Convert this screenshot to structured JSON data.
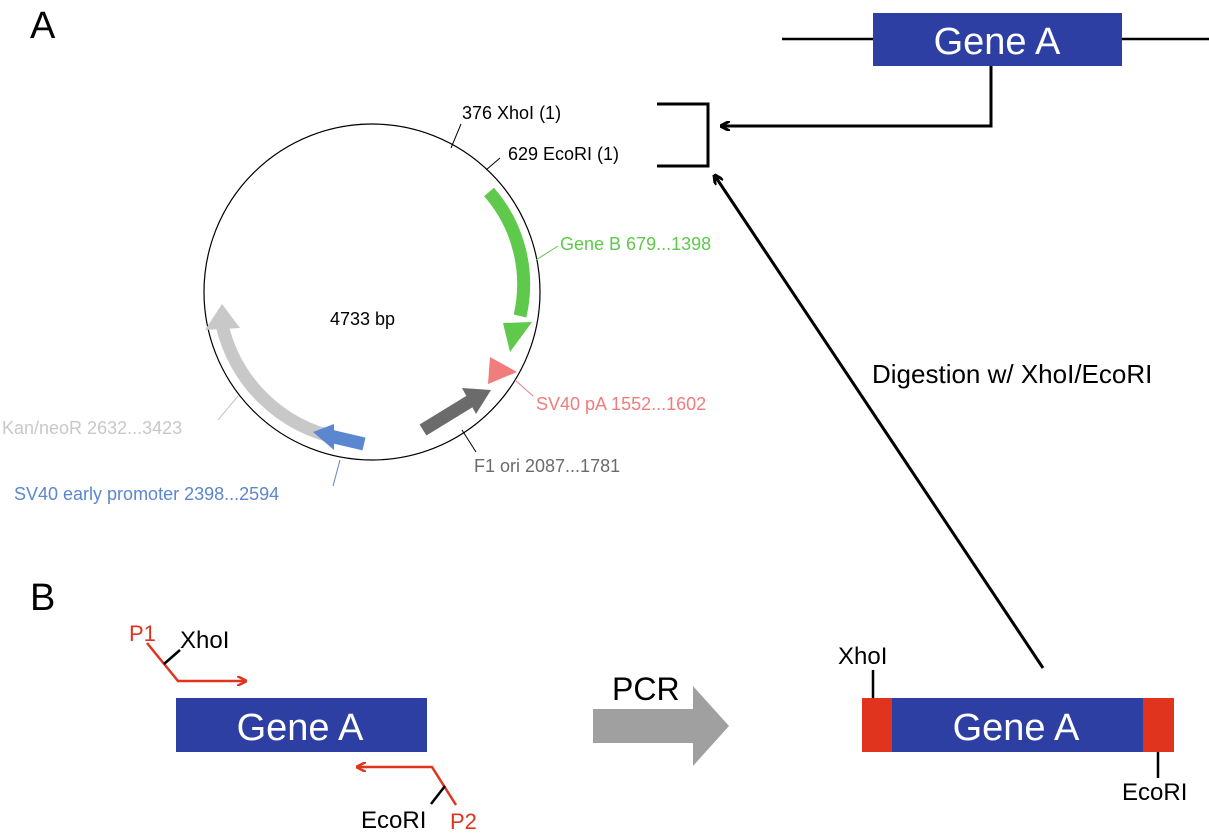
{
  "panels": {
    "a_label": "A",
    "b_label": "B"
  },
  "plasmid": {
    "size_label": "4733 bp",
    "sites": [
      {
        "label": "376 XhoI (1)"
      },
      {
        "label": "629 EcoRI (1)"
      }
    ],
    "features": [
      {
        "label": "Gene B 679...1398",
        "color": "#5ec94a"
      },
      {
        "label": "SV40 pA 1552...1602",
        "color": "#f17c7c"
      },
      {
        "label": "F1 ori 2087...1781",
        "color": "#6b6b6b"
      },
      {
        "label": "SV40 early promoter 2398...2594",
        "color": "#5b86d0"
      },
      {
        "label": "Kan/neoR 2632...3423",
        "color": "#c8c8c8"
      }
    ]
  },
  "insert_genome": {
    "gene_label": "Gene A",
    "color": "#2e3fa4"
  },
  "digestion_label": "Digestion w/ XhoI/EcoRI",
  "pcr": {
    "arrow_label": "PCR",
    "template_gene_label": "Gene A",
    "primer1_label": "P1",
    "primer1_site": "XhoI",
    "primer2_label": "P2",
    "primer2_site": "EcoRI",
    "product_gene_label": "Gene A",
    "product_site_left": "XhoI",
    "product_site_right": "EcoRI",
    "primer_color": "#e0341f",
    "site_end_color": "#e0341f"
  }
}
